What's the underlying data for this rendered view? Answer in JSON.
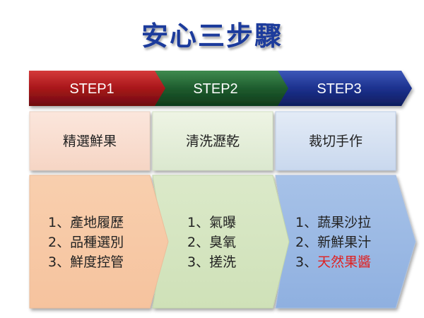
{
  "title": "安心三步驟",
  "colors": {
    "title": "#1c3b9c",
    "highlight": "#e02020"
  },
  "steps": [
    {
      "header": "STEP1",
      "header_color": "#a01418",
      "subtitle": "精選鮮果",
      "items": [
        {
          "num": "1、",
          "text": "產地履歷",
          "highlight": false
        },
        {
          "num": "2、",
          "text": "品種選別",
          "highlight": false
        },
        {
          "num": "3、",
          "text": "鮮度控管",
          "highlight": false
        }
      ]
    },
    {
      "header": "STEP2",
      "header_color": "#1d5a2c",
      "subtitle": "清洗瀝乾",
      "items": [
        {
          "num": "1、",
          "text": "氣曝",
          "highlight": false
        },
        {
          "num": "2、",
          "text": "臭氧",
          "highlight": false
        },
        {
          "num": "3、",
          "text": "搓洗",
          "highlight": false
        }
      ]
    },
    {
      "header": "STEP3",
      "header_color": "#1a2f88",
      "subtitle": "裁切手作",
      "items": [
        {
          "num": "1、",
          "text": "蔬果沙拉",
          "highlight": false
        },
        {
          "num": "2、",
          "text": "新鮮果汁",
          "highlight": false
        },
        {
          "num": "3、",
          "text": "天然果醬",
          "highlight": true
        }
      ]
    }
  ]
}
